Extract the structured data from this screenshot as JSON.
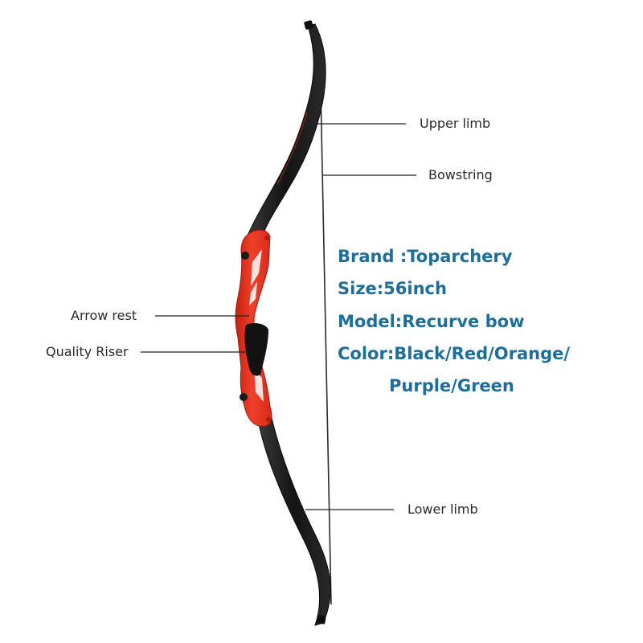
{
  "labels": {
    "upper_limb": "Upper limb",
    "bowstring": "Bowstring",
    "arrow_rest": "Arrow rest",
    "quality_riser": "Quality Riser",
    "lower_limb": "Lower limb"
  },
  "specs": {
    "brand": "Brand :Toparchery",
    "size": "Size:56inch",
    "model": "Model:Recurve bow",
    "color_line1": "Color:Black/Red/Orange/",
    "color_line2": "Purple/Green"
  },
  "colors": {
    "spec_text": "#1f6d9a",
    "limb": "#1c1c1c",
    "riser": "#e83220",
    "grip": "#111111",
    "leader_line": "#222222"
  }
}
